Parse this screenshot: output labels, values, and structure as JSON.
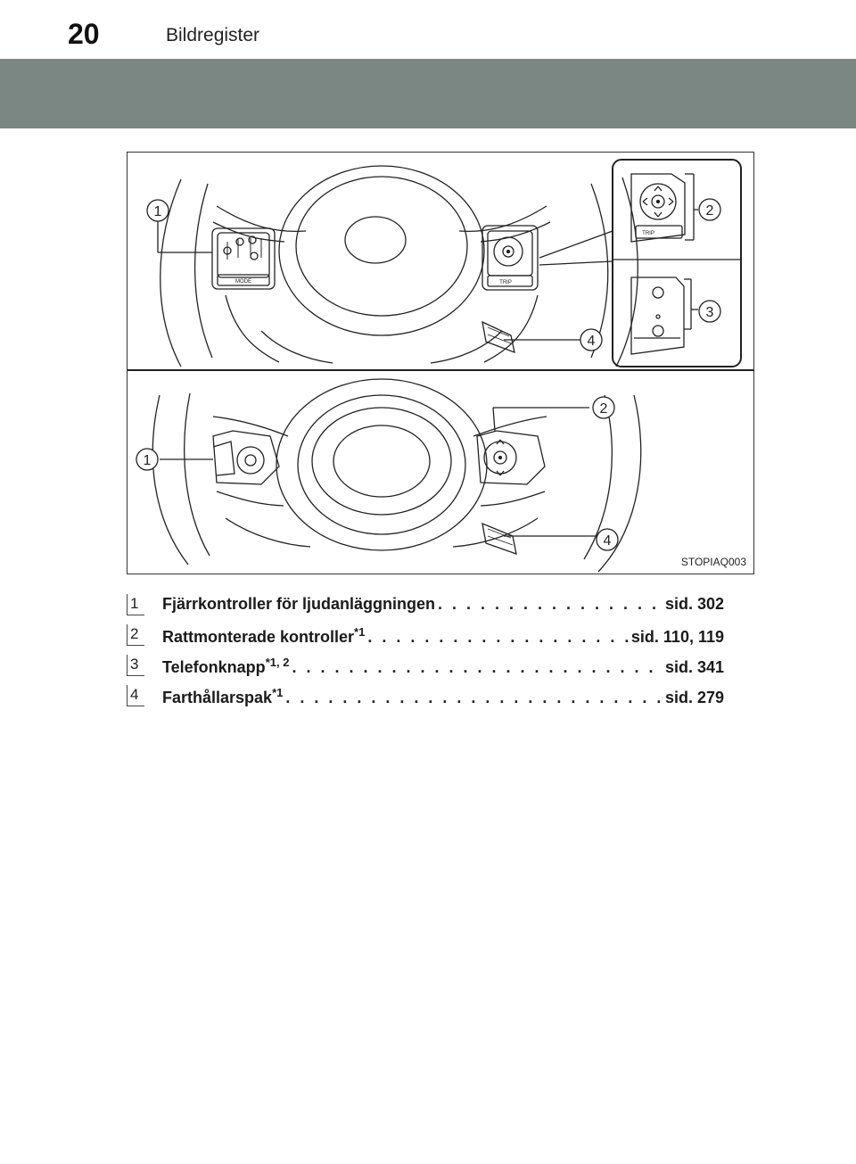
{
  "header": {
    "page_number": "20",
    "section_title": "Bildregister"
  },
  "figure": {
    "code": "STOPIAQ003",
    "callouts": {
      "top_left": "1",
      "top_right_upper": "2",
      "top_right_lower": "3",
      "top_lever": "4",
      "bottom_right": "2",
      "bottom_left": "1",
      "bottom_lever": "4"
    },
    "button_labels": {
      "mode": "MODE",
      "trip": "TRIP"
    }
  },
  "entries": [
    {
      "num": "1",
      "label": "Fjärrkontroller för ljudanläggningen",
      "sup": "",
      "ref": "sid. 302"
    },
    {
      "num": "2",
      "label": "Rattmonterade kontroller",
      "sup": "*1",
      "ref": "sid. 110, 119"
    },
    {
      "num": "3",
      "label": "Telefonknapp",
      "sup": "*1, 2",
      "ref": "sid. 341"
    },
    {
      "num": "4",
      "label": "Farthållarspak",
      "sup": "*1",
      "ref": "sid. 279"
    }
  ]
}
